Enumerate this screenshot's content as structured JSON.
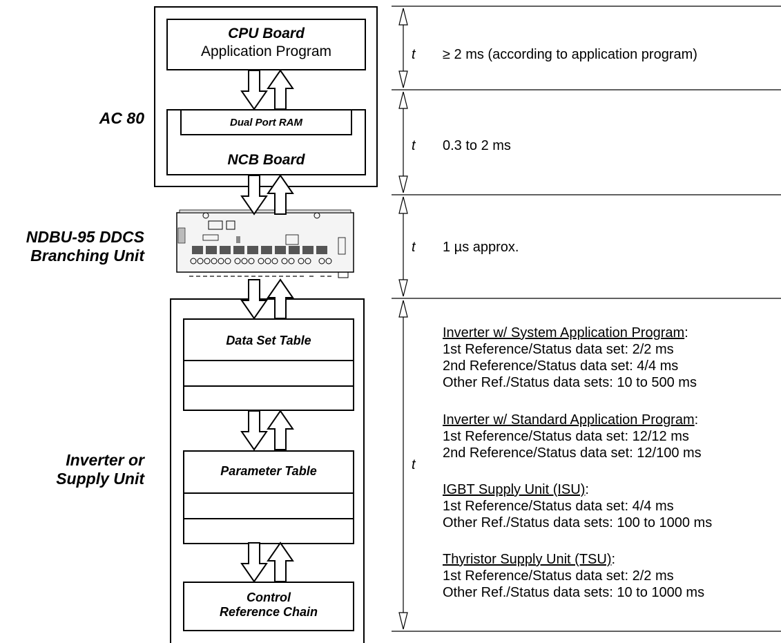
{
  "left_labels": {
    "ac80": "AC 80",
    "ndbu_line1": "NDBU-95 DDCS",
    "ndbu_line2": "Branching Unit",
    "inverter_line1": "Inverter or",
    "inverter_line2": "Supply Unit"
  },
  "boxes": {
    "cpu_title": "CPU Board",
    "cpu_sub": "Application Program",
    "dpram": "Dual Port RAM",
    "ncb": "NCB Board",
    "data_set_table": "Data Set Table",
    "parameter_table": "Parameter Table",
    "control_line1": "Control",
    "control_line2": "Reference Chain"
  },
  "timing": {
    "t_symbol": "t",
    "row1": "≥ 2 ms (according to application program)",
    "row2": "0.3 to 2 ms",
    "row3": "1 µs approx.",
    "groups": [
      {
        "heading": "Inverter w/ System Application Program",
        "lines": [
          "1st Reference/Status data set: 2/2 ms",
          "2nd Reference/Status data set: 4/4 ms",
          "Other Ref./Status data sets: 10 to 500 ms"
        ]
      },
      {
        "heading": "Inverter w/ Standard Application Program",
        "lines": [
          "1st Reference/Status data set: 12/12 ms",
          "2nd Reference/Status data set: 12/100 ms"
        ]
      },
      {
        "heading": "IGBT Supply Unit (ISU)",
        "lines": [
          "1st Reference/Status data set: 4/4 ms",
          "Other Ref./Status data sets: 100 to 1000 ms"
        ]
      },
      {
        "heading": "Thyristor Supply Unit (TSU)",
        "lines": [
          "1st Reference/Status data set: 2/2 ms",
          "Other Ref./Status data sets: 10 to 1000 ms"
        ]
      }
    ]
  }
}
